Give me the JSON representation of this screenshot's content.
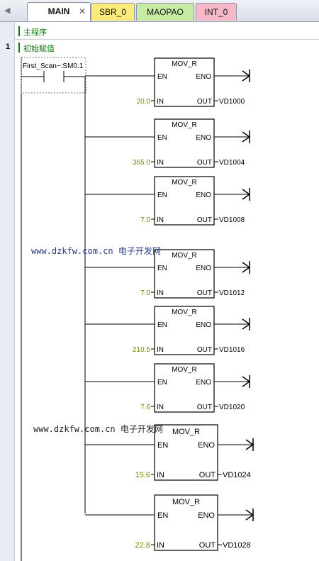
{
  "tabs": [
    {
      "label": "MAIN",
      "active": true,
      "color": "#ffffff"
    },
    {
      "label": "SBR_0",
      "active": false,
      "color": "#ffeb7a"
    },
    {
      "label": "MAOPAO",
      "active": false,
      "color": "#c8eba4"
    },
    {
      "label": "INT_0",
      "active": false,
      "color": "#f7b9c8"
    }
  ],
  "nav_arrow": "◀",
  "close_glyph": "✕",
  "program_label": "主程序",
  "network": {
    "number": "1",
    "title": "初始赋值"
  },
  "contact": {
    "label": "First_Scan~:SM0.1"
  },
  "blocks": [
    {
      "name": "MOV_R",
      "en": "EN",
      "eno": "ENO",
      "in_pin": "IN",
      "out_pin": "OUT",
      "in_value": "20.0",
      "out_value": "VD1000"
    },
    {
      "name": "MOV_R",
      "en": "EN",
      "eno": "ENO",
      "in_pin": "IN",
      "out_pin": "OUT",
      "in_value": "365.0",
      "out_value": "VD1004"
    },
    {
      "name": "MOV_R",
      "en": "EN",
      "eno": "ENO",
      "in_pin": "IN",
      "out_pin": "OUT",
      "in_value": "7.0",
      "out_value": "VD1008"
    },
    {
      "name": "MOV_R",
      "en": "EN",
      "eno": "ENO",
      "in_pin": "IN",
      "out_pin": "OUT",
      "in_value": "7.0",
      "out_value": "VD1012"
    },
    {
      "name": "MOV_R",
      "en": "EN",
      "eno": "ENO",
      "in_pin": "IN",
      "out_pin": "OUT",
      "in_value": "210.5",
      "out_value": "VD1016"
    },
    {
      "name": "MOV_R",
      "en": "EN",
      "eno": "ENO",
      "in_pin": "IN",
      "out_pin": "OUT",
      "in_value": "7.6",
      "out_value": "VD1020"
    },
    {
      "name": "MOV_R",
      "en": "EN",
      "eno": "ENO",
      "in_pin": "IN",
      "out_pin": "OUT",
      "in_value": "15.6",
      "out_value": "VD1024"
    },
    {
      "name": "MOV_R",
      "en": "EN",
      "eno": "ENO",
      "in_pin": "IN",
      "out_pin": "OUT",
      "in_value": "22.8",
      "out_value": "VD1028"
    }
  ],
  "watermarks": [
    {
      "url": "www.dzkfw.com.cn",
      "site": "电子开发网"
    },
    {
      "url": "www.dzkfw.com.cn",
      "site": "电子开发网"
    }
  ],
  "colors": {
    "in_value": "#6b8e00",
    "label_green": "#0a7a0a",
    "watermark": "#2b3a8a"
  }
}
